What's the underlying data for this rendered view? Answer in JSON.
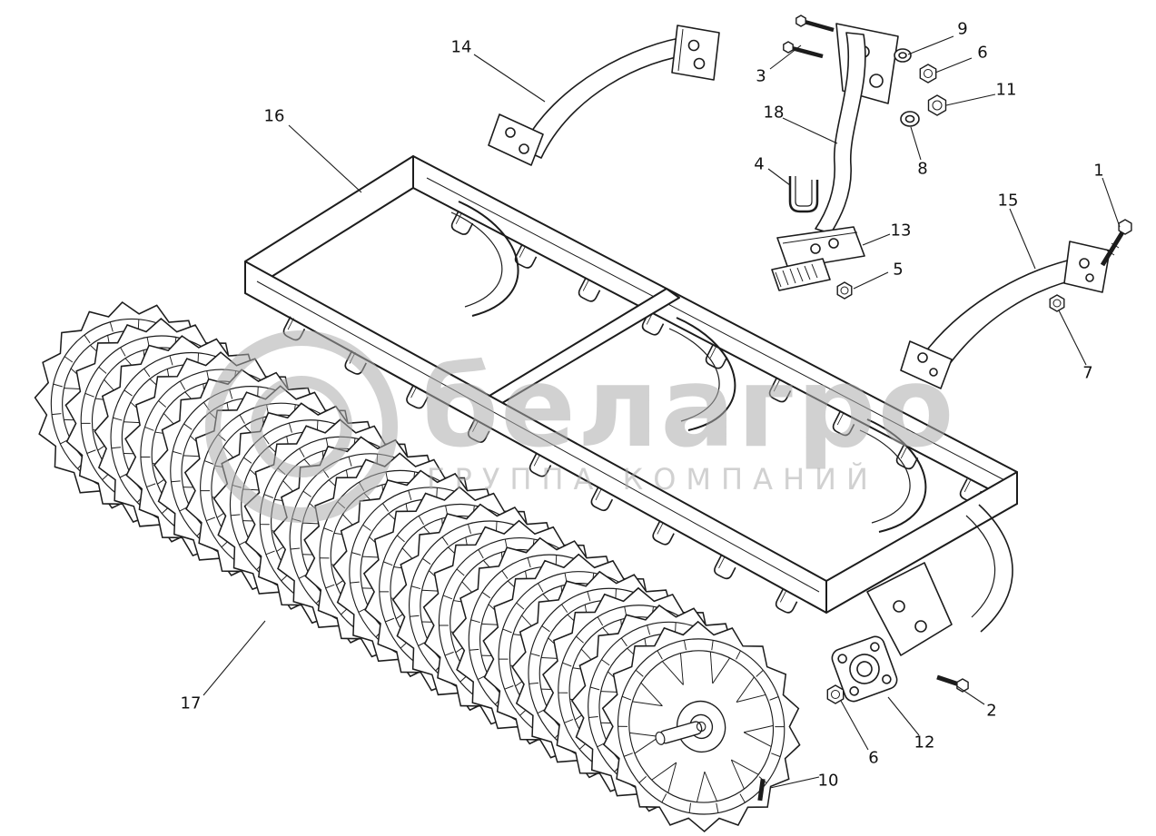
{
  "diagram": {
    "watermark": {
      "line1": "белагро",
      "line2": "ГРУППА КОМПАНИЙ"
    },
    "callouts": {
      "c1": {
        "label": "1"
      },
      "c2": {
        "label": "2"
      },
      "c3": {
        "label": "3"
      },
      "c4": {
        "label": "4"
      },
      "c5": {
        "label": "5"
      },
      "c6a": {
        "label": "6"
      },
      "c6b": {
        "label": "6"
      },
      "c7": {
        "label": "7"
      },
      "c8": {
        "label": "8"
      },
      "c9": {
        "label": "9"
      },
      "c10": {
        "label": "10"
      },
      "c11": {
        "label": "11"
      },
      "c12": {
        "label": "12"
      },
      "c13": {
        "label": "13"
      },
      "c14": {
        "label": "14"
      },
      "c15": {
        "label": "15"
      },
      "c16": {
        "label": "16"
      },
      "c17": {
        "label": "17"
      },
      "c18": {
        "label": "18"
      }
    }
  }
}
